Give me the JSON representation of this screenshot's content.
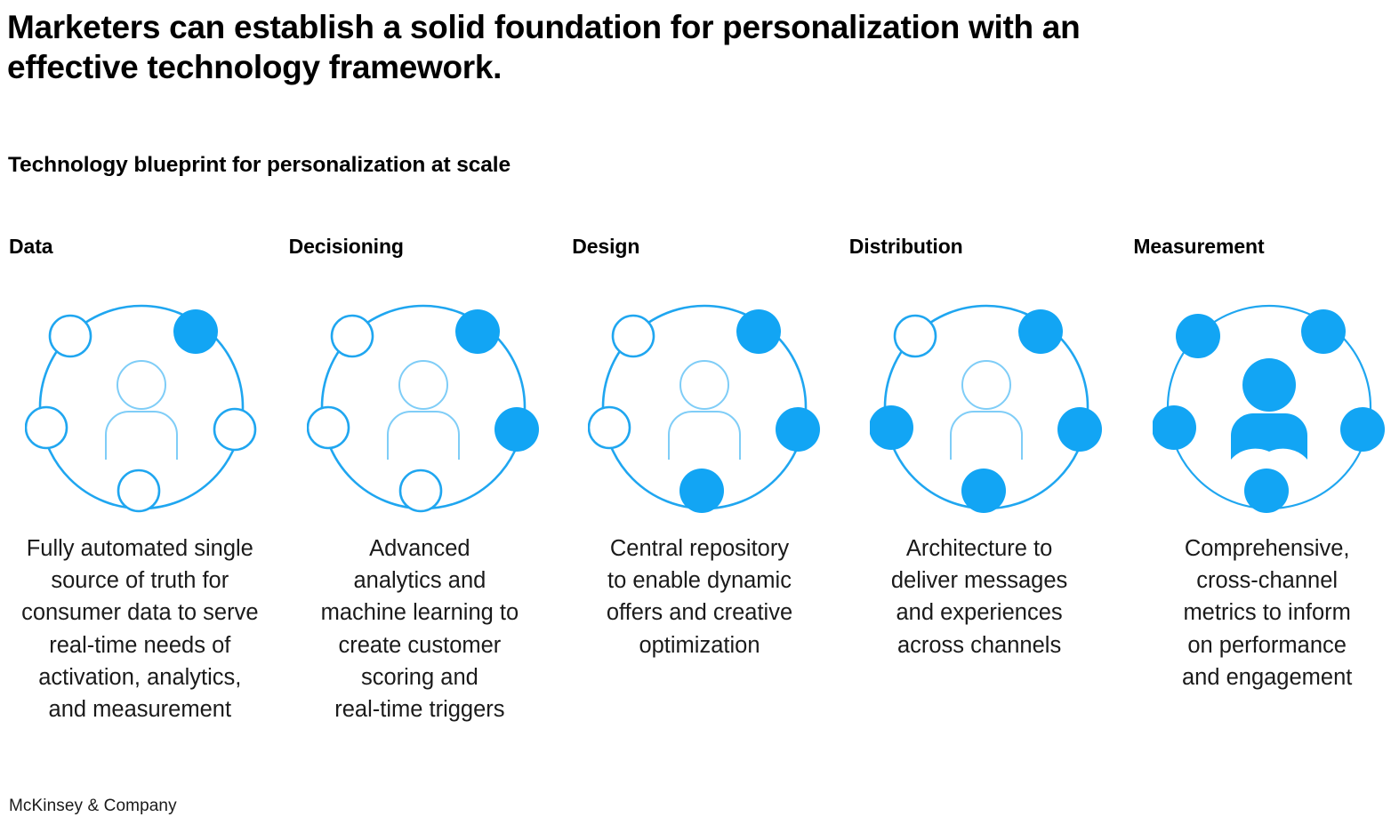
{
  "headline": {
    "line1": "Marketers can establish a solid foundation for personalization with an",
    "line2": "effective technology framework."
  },
  "subhead": "Technology blueprint for personalization at scale",
  "footer": "McKinsey & Company",
  "colors": {
    "accent_blue": "#12A5F4",
    "outline_blue": "#1FA6F0",
    "faint_blue": "#6CC6F5",
    "text_black": "#000000",
    "background": "#FFFFFF"
  },
  "columns": [
    {
      "header": "Data",
      "caption": "Fully automated single\nsource of truth for\nconsumer data to serve\nreal-time needs of\nactivation, analytics,\nand measurement",
      "icon": {
        "name": "network-person-icon",
        "filled_nodes": [
          "top-right"
        ],
        "hollow_nodes": [
          "top-left",
          "left",
          "right",
          "bottom"
        ],
        "filled_count": 1,
        "total_nodes": 5,
        "center_person_filled": false
      }
    },
    {
      "header": "Decisioning",
      "caption": "Advanced\nanalytics and\nmachine learning to\ncreate customer\nscoring and\nreal-time triggers",
      "icon": {
        "name": "network-person-icon",
        "filled_nodes": [
          "top-right",
          "right"
        ],
        "hollow_nodes": [
          "top-left",
          "left",
          "bottom"
        ],
        "filled_count": 2,
        "total_nodes": 5,
        "center_person_filled": false
      }
    },
    {
      "header": "Design",
      "caption": "Central repository\nto enable dynamic\noffers and creative\noptimization",
      "icon": {
        "name": "network-person-icon",
        "filled_nodes": [
          "top-right",
          "right",
          "bottom"
        ],
        "hollow_nodes": [
          "top-left",
          "left"
        ],
        "filled_count": 3,
        "total_nodes": 5,
        "center_person_filled": false
      }
    },
    {
      "header": "Distribution",
      "caption": "Architecture to\ndeliver messages\nand experiences\nacross channels",
      "icon": {
        "name": "network-person-icon",
        "filled_nodes": [
          "top-right",
          "right",
          "bottom",
          "left"
        ],
        "hollow_nodes": [
          "top-left"
        ],
        "filled_count": 4,
        "total_nodes": 5,
        "center_person_filled": false
      }
    },
    {
      "header": "Measurement",
      "caption": "Comprehensive,\ncross-channel\nmetrics to inform\non performance\nand engagement",
      "icon": {
        "name": "network-person-icon",
        "filled_nodes": [
          "top-left",
          "top-right",
          "left",
          "right",
          "bottom"
        ],
        "hollow_nodes": [],
        "filled_count": 5,
        "total_nodes": 5,
        "center_person_filled": true
      }
    }
  ]
}
